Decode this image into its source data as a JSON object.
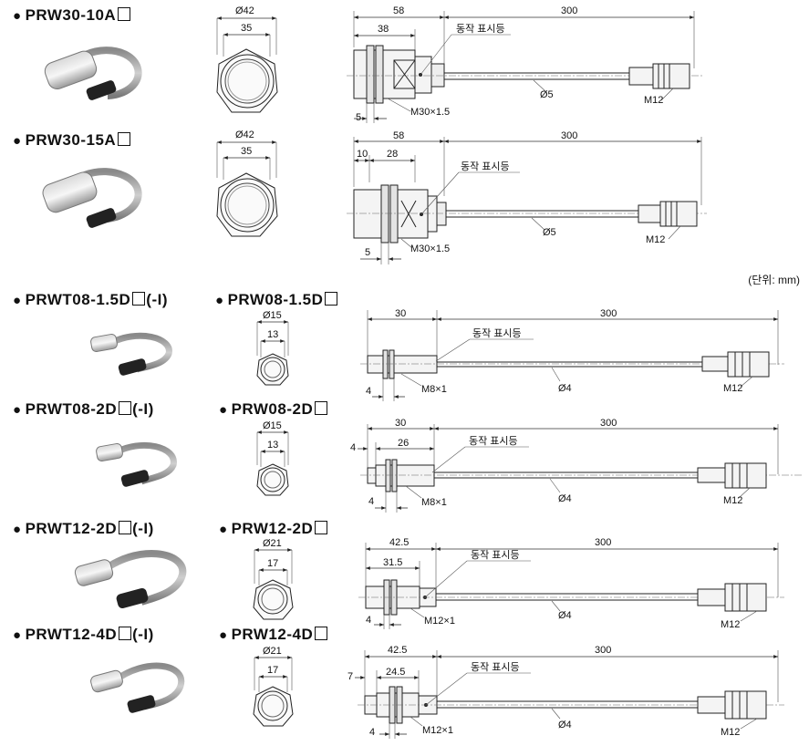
{
  "unit_note": "(단위: mm)",
  "indicator_label": "동작 표시등",
  "cable_length": "300",
  "connector_label": "M12",
  "rows": [
    {
      "title_pre": "PRW30-10A",
      "title_post": "",
      "right_pre": "",
      "right_post": "",
      "diam_outer": "Ø42",
      "diam_inner": "35",
      "len_total": "58",
      "len_body": "38",
      "len_sub": "",
      "offset": "",
      "nut": "5",
      "thread": "M30×1.5",
      "cable": "Ø5"
    },
    {
      "title_pre": "PRW30-15A",
      "title_post": "",
      "right_pre": "",
      "right_post": "",
      "diam_outer": "Ø42",
      "diam_inner": "35",
      "len_total": "58",
      "len_body": "28",
      "len_sub": "10",
      "offset": "",
      "nut": "5",
      "thread": "M30×1.5",
      "cable": "Ø5"
    },
    {
      "title_pre": "PRWT08-1.5D",
      "title_post": "(-I)",
      "right_pre": "PRW08-1.5D",
      "right_post": "",
      "diam_outer": "Ø15",
      "diam_inner": "13",
      "len_total": "30",
      "len_body": "",
      "len_sub": "",
      "offset": "",
      "nut": "4",
      "thread": "M8×1",
      "cable": "Ø4"
    },
    {
      "title_pre": "PRWT08-2D",
      "title_post": "(-I)",
      "right_pre": "PRW08-2D",
      "right_post": "",
      "diam_outer": "Ø15",
      "diam_inner": "13",
      "len_total": "30",
      "len_body": "26",
      "len_sub": "",
      "offset": "4",
      "nut": "4",
      "thread": "M8×1",
      "cable": "Ø4"
    },
    {
      "title_pre": "PRWT12-2D",
      "title_post": "(-I)",
      "right_pre": "PRW12-2D",
      "right_post": "",
      "diam_outer": "Ø21",
      "diam_inner": "17",
      "len_total": "42.5",
      "len_body": "31.5",
      "len_sub": "",
      "offset": "",
      "nut": "4",
      "thread": "M12×1",
      "cable": "Ø4"
    },
    {
      "title_pre": "PRWT12-4D",
      "title_post": "(-I)",
      "right_pre": "PRW12-4D",
      "right_post": "",
      "diam_outer": "Ø21",
      "diam_inner": "17",
      "len_total": "42.5",
      "len_body": "24.5",
      "len_sub": "",
      "offset": "7",
      "nut": "4",
      "thread": "M12×1",
      "cable": "Ø4"
    }
  ]
}
